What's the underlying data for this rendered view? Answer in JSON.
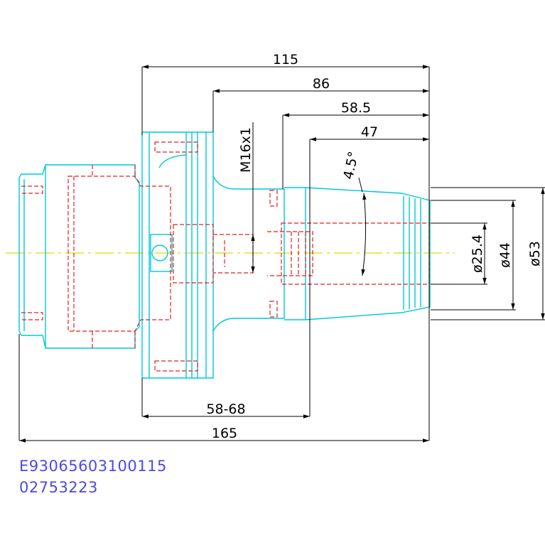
{
  "dimensions": {
    "length_115": "115",
    "length_86": "86",
    "length_58_5": "58.5",
    "length_47": "47",
    "thread": "M16x1",
    "angle": "4.5°",
    "dia_25_4": "ø25.4",
    "dia_44": "ø44",
    "dia_53": "ø53",
    "range_58_68": "58-68",
    "length_165": "165"
  },
  "codes": {
    "part_number": "E93065603100115",
    "order_number": "02753223"
  },
  "colors": {
    "outline": "#00c8d8",
    "hidden": "#e02020",
    "centerline": "#e8d800",
    "dimension": "#000000",
    "code_text": "#4a4ae6"
  }
}
